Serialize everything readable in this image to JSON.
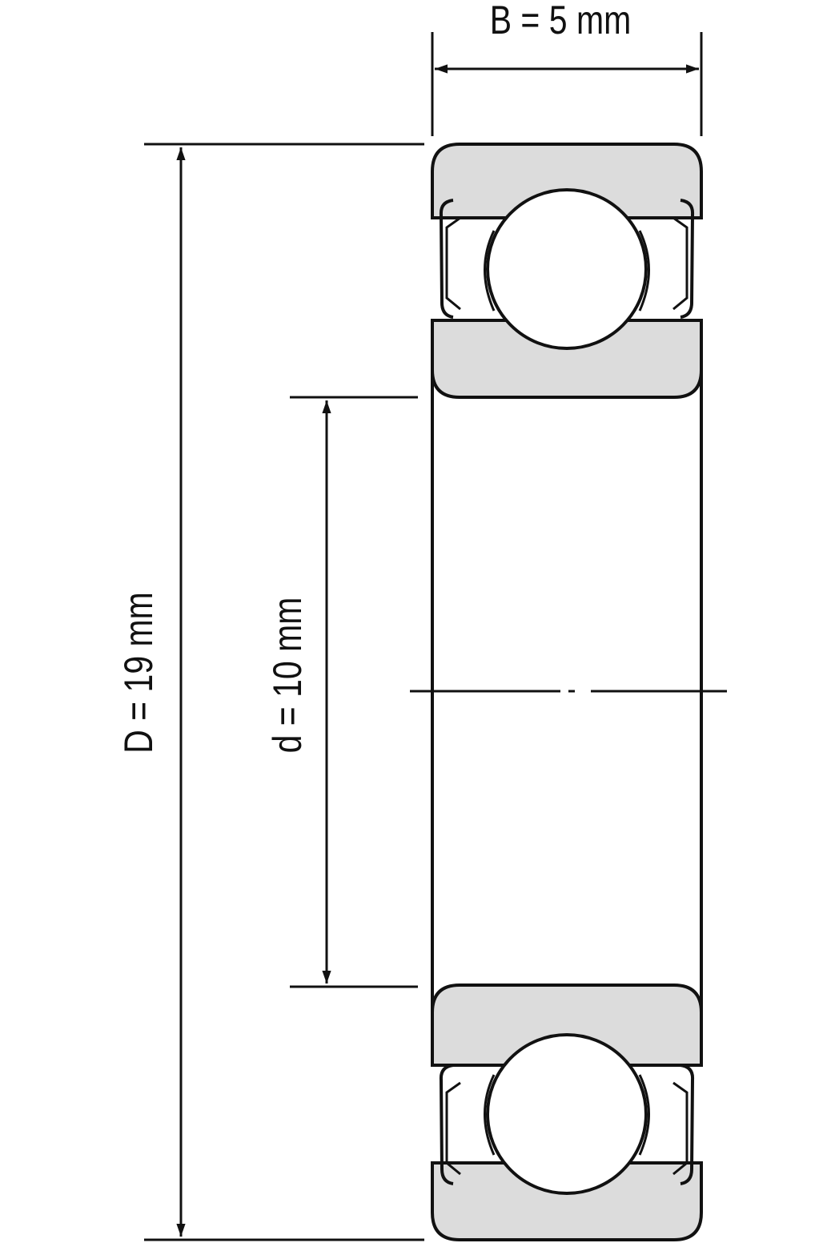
{
  "labels": {
    "width": "B = 5 mm",
    "outer_diameter": "D = 19 mm",
    "inner_diameter": "d = 10 mm"
  },
  "colors": {
    "line": "#111111",
    "ring_fill": "#dcdcdc",
    "background": "#ffffff"
  }
}
